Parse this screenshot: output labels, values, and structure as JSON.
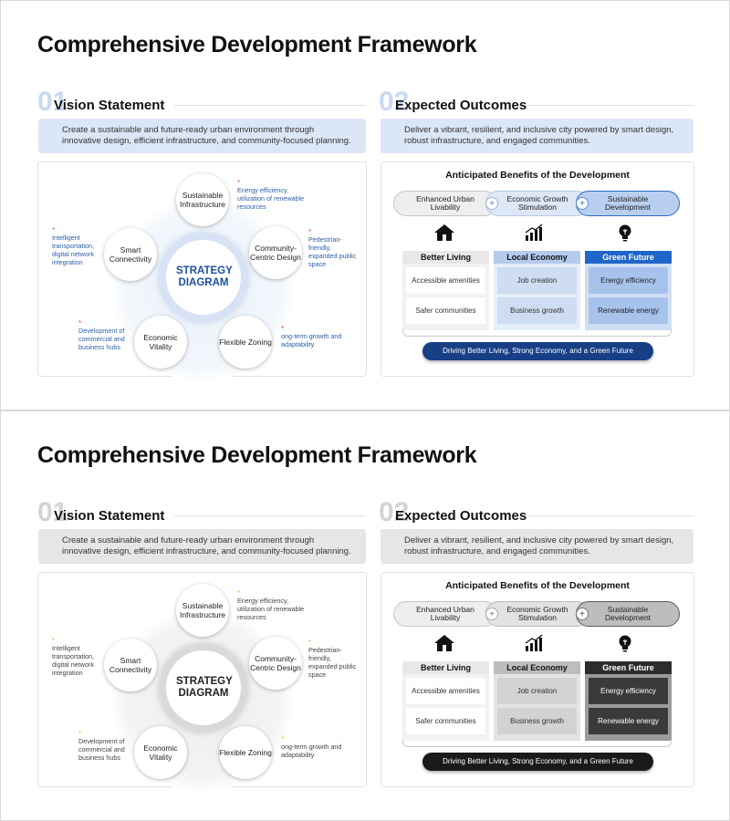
{
  "slides": [
    {
      "theme": "blue",
      "title": "Comprehensive Development Framework",
      "vision": {
        "number": "01",
        "label": "Vision Statement",
        "description": "Create a sustainable and future-ready urban environment through innovative design, efficient infrastructure, and community-focused planning.",
        "core": "STRATEGY DIAGRAM",
        "nodes": [
          "Sustainable Infrastructure",
          "Community-Centric Design",
          "Flexible Zoning",
          "Economic Vitality",
          "Smart Connectivity"
        ],
        "notes": [
          "Energy efficiency, utilization of renewable resources",
          "Pedestrian-friendly, expanded public space",
          "ong-term growth and adaptability",
          "Development of commercial and business hubs",
          "Intelligent transportation, digital network integration"
        ]
      },
      "outcomes": {
        "number": "02",
        "label": "Expected Outcomes",
        "description": "Deliver a vibrant, resilient, and inclusive city powered by smart design, robust infrastructure, and engaged communities.",
        "heading": "Anticipated Benefits of the Development",
        "pills": [
          "Enhanced Urban Livability",
          "Economic Growth Stimulation",
          "Sustainable Development"
        ],
        "plus": "+",
        "columns": [
          {
            "icon": "house-icon",
            "title": "Better Living",
            "items": [
              "Accessible amenities",
              "Safer communities"
            ]
          },
          {
            "icon": "bar-chart-icon",
            "title": "Local Economy",
            "items": [
              "Job creation",
              "Business growth"
            ]
          },
          {
            "icon": "lightbulb-icon",
            "title": "Green Future",
            "items": [
              "Energy efficiency",
              "Renewable energy"
            ]
          }
        ],
        "banner": "Driving Better Living, Strong Economy, and a Green Future"
      },
      "colors": {
        "accent": "#1b4f9c",
        "num": "#c9d9f1",
        "desc_bg": "#dbe6f7",
        "star": "#e05050",
        "note": "#2b5fa8"
      }
    },
    {
      "theme": "gray",
      "title": "Comprehensive Development Framework",
      "vision": {
        "number": "01",
        "label": "Vision Statement",
        "description": "Create a sustainable and future-ready urban environment through innovative design, efficient infrastructure, and community-focused planning.",
        "core": "STRATEGY DIAGRAM",
        "nodes": [
          "Sustainable Infrastructure",
          "Community-Centric Design",
          "Flexible Zoning",
          "Economic Vitality",
          "Smart Connectivity"
        ],
        "notes": [
          "Energy efficiency, utilization of renewable resources",
          "Pedestrian-friendly, expanded public space",
          "ong-term growth and adaptability",
          "Development of commercial and business hubs",
          "Intelligent transportation, digital network integration"
        ]
      },
      "outcomes": {
        "number": "02",
        "label": "Expected Outcomes",
        "description": "Deliver a vibrant, resilient, and inclusive city powered by smart design, robust infrastructure, and engaged communities.",
        "heading": "Anticipated Benefits of the Development",
        "pills": [
          "Enhanced Urban Livability",
          "Economic Growth Stimulation",
          "Sustainable Development"
        ],
        "plus": "+",
        "columns": [
          {
            "icon": "house-icon",
            "title": "Better Living",
            "items": [
              "Accessible amenities",
              "Safer communities"
            ]
          },
          {
            "icon": "bar-chart-icon",
            "title": "Local Economy",
            "items": [
              "Job creation",
              "Business growth"
            ]
          },
          {
            "icon": "lightbulb-icon",
            "title": "Green Future",
            "items": [
              "Energy efficiency",
              "Renewable energy"
            ]
          }
        ],
        "banner": "Driving Better Living, Strong Economy, and a Green Future"
      },
      "colors": {
        "accent": "#222222",
        "num": "#d4d4d4",
        "desc_bg": "#e6e6e6",
        "star": "#e8b84a",
        "note": "#444444"
      }
    }
  ]
}
